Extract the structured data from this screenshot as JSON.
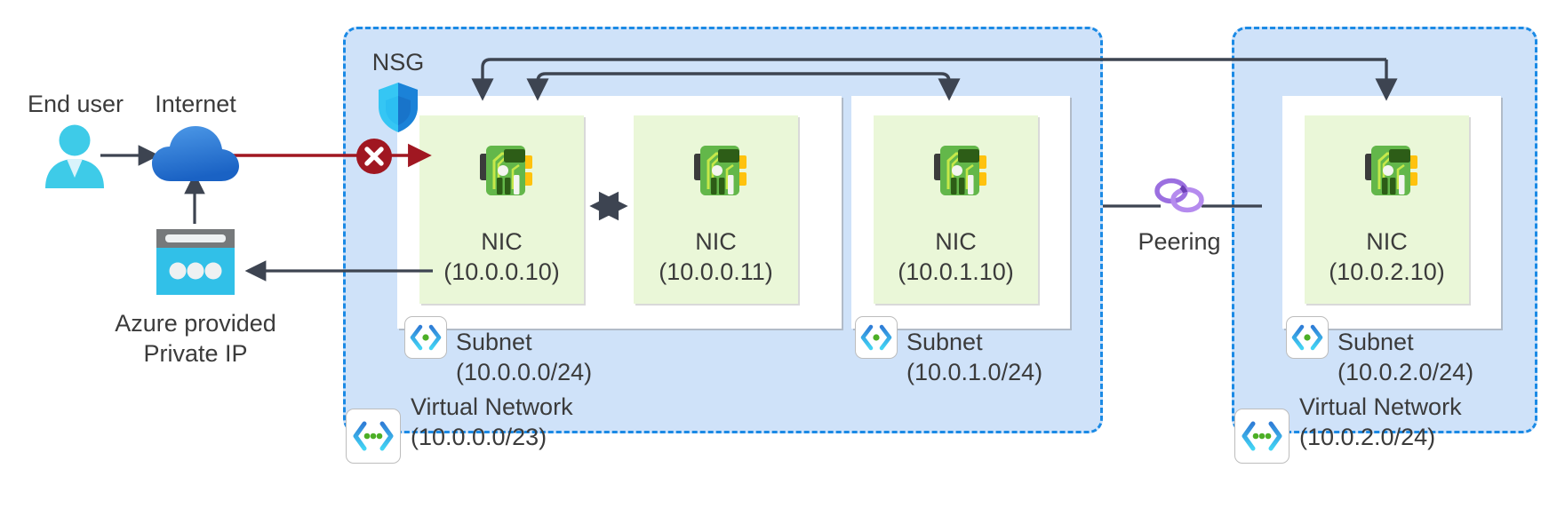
{
  "diagram": {
    "title": "Azure virtual network NSG and peering topology",
    "colors": {
      "vnet_fill": "#cfe2f9",
      "vnet_border": "#1b8ae5",
      "subnet_fill": "#ffffff",
      "nic_fill": "#eaf7d8",
      "wire": "#3d4451",
      "blocked": "#a01721",
      "peering": "#9b6fe0",
      "text": "#3b3b3b"
    }
  },
  "left_column": {
    "end_user": {
      "label": "End user",
      "icon": "user-icon"
    },
    "internet": {
      "label": "Internet",
      "icon": "cloud-icon"
    },
    "private_ip": {
      "label": "Azure provided\nPrivate IP",
      "icon": "public-ip-icon"
    }
  },
  "nsg": {
    "label": "NSG",
    "icon": "shield-icon",
    "blocked_icon": "blocked-circle-icon"
  },
  "vnet_left": {
    "name": "Virtual Network",
    "cidr": "(10.0.0.0/23)",
    "icon": "virtual-network-icon",
    "subnets": [
      {
        "name": "Subnet",
        "cidr": "(10.0.0.0/24)",
        "icon": "subnet-icon",
        "nics": [
          {
            "name": "NIC",
            "ip": "(10.0.0.10)",
            "icon": "nic-icon"
          },
          {
            "name": "NIC",
            "ip": "(10.0.0.11)",
            "icon": "nic-icon"
          }
        ]
      },
      {
        "name": "Subnet",
        "cidr": "(10.0.1.0/24)",
        "icon": "subnet-icon",
        "nics": [
          {
            "name": "NIC",
            "ip": "(10.0.1.10)",
            "icon": "nic-icon"
          }
        ]
      }
    ]
  },
  "vnet_right": {
    "name": "Virtual Network",
    "cidr": "(10.0.2.0/24)",
    "icon": "virtual-network-icon",
    "subnets": [
      {
        "name": "Subnet",
        "cidr": "(10.0.2.0/24)",
        "icon": "subnet-icon",
        "nics": [
          {
            "name": "NIC",
            "ip": "(10.0.2.10)",
            "icon": "nic-icon"
          }
        ]
      }
    ]
  },
  "peering": {
    "label": "Peering",
    "icon": "peering-rings-icon"
  }
}
